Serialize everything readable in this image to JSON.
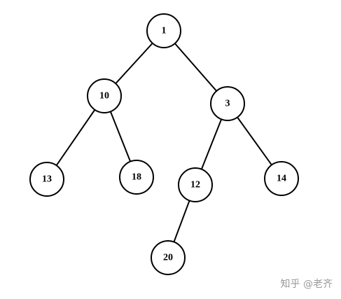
{
  "colors": {
    "stroke": "#000000",
    "fill": "#ffffff",
    "watermark": "#9a9a9a"
  },
  "tree": {
    "nodes": [
      {
        "id": "n1",
        "label": "1"
      },
      {
        "id": "n10",
        "label": "10"
      },
      {
        "id": "n3",
        "label": "3"
      },
      {
        "id": "n13",
        "label": "13"
      },
      {
        "id": "n18",
        "label": "18"
      },
      {
        "id": "n12",
        "label": "12"
      },
      {
        "id": "n14",
        "label": "14"
      },
      {
        "id": "n20",
        "label": "20"
      }
    ],
    "edges": [
      {
        "from": "n1",
        "to": "n10"
      },
      {
        "from": "n1",
        "to": "n3"
      },
      {
        "from": "n10",
        "to": "n13"
      },
      {
        "from": "n10",
        "to": "n18"
      },
      {
        "from": "n3",
        "to": "n12"
      },
      {
        "from": "n3",
        "to": "n14"
      },
      {
        "from": "n12",
        "to": "n20"
      }
    ]
  },
  "watermark": {
    "text": "知乎 @老齐"
  }
}
